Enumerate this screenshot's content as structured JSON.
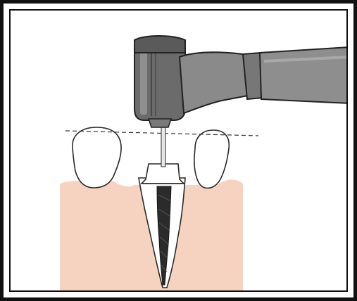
{
  "figure": {
    "colors": {
      "frame": "#111111",
      "background": "#ffffff",
      "gum": "#f6d3c0",
      "tooth": "#ffffff",
      "outline": "#2a2a2a",
      "handpiece_dark": "#5c5c5c",
      "handpiece_mid": "#7d7d7d",
      "handpiece_light": "#9a9a9a",
      "canal_fill": "#2b2b2b",
      "reference_line": "#333333"
    },
    "icons": [
      "dental-handpiece",
      "endodontic-file",
      "molar-tooth",
      "root-canal",
      "gingiva"
    ]
  }
}
